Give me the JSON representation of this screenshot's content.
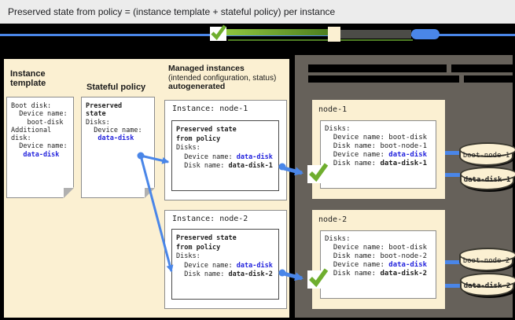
{
  "title": "Preserved state from policy = (instance template + stateful policy) per instance",
  "colors": {
    "accent_blue": "#4a86e8",
    "value_blue": "#2424dd",
    "check_green": "#6fae2e",
    "panel_cream": "#fbf0d2",
    "panel_gray": "#66615a"
  },
  "left_panel": {
    "instance_template": {
      "label": "Instance template",
      "doc": {
        "boot": "Boot disk:",
        "dev1_label": "  Device name:",
        "dev1_value": "    boot-disk",
        "add1": "Additional",
        "add2": "disk:",
        "dev2_label": "  Device name:",
        "dev2_value": "   data-disk"
      }
    },
    "stateful_policy": {
      "label": "Stateful policy",
      "doc": {
        "title1": "Preserved",
        "title2": "state",
        "disks": "Disks:",
        "dev_label": "  Device name:",
        "dev_value": "   data-disk"
      }
    },
    "managed_instances": {
      "header1": "Managed instances",
      "header2": "(intended configuration, status)",
      "header3": "autogenerated",
      "instances": [
        {
          "title": "Instance: node-1",
          "p1": "Preserved state",
          "p2": "from policy",
          "disks": "Disks:",
          "device_label": "  Device name: ",
          "device_value": "data-disk",
          "disk_label": "  Disk name: ",
          "disk_value": "data-disk-1"
        },
        {
          "title": "Instance: node-2",
          "p1": "Preserved state",
          "p2": "from policy",
          "disks": "Disks:",
          "device_label": "  Device name: ",
          "device_value": "data-disk",
          "disk_label": "  Disk name: ",
          "disk_value": "data-disk-2"
        }
      ]
    }
  },
  "vm_panel": {
    "nodes": [
      {
        "name": "node-1",
        "disks": "Disks:",
        "boot_device_line": "  Device name: boot-disk",
        "boot_disk_line": "  Disk name: boot-node-1",
        "data_device_label": "  Device name: ",
        "data_device_value": "data-disk",
        "data_disk_label": "  Disk name: ",
        "data_disk_value": "data-disk-1"
      },
      {
        "name": "node-2",
        "disks": "Disks:",
        "boot_device_line": "  Device name: boot-disk",
        "boot_disk_line": "  Disk name: boot-node-2",
        "data_device_label": "  Device name: ",
        "data_device_value": "data-disk",
        "data_disk_label": "  Disk name: ",
        "data_disk_value": "data-disk-2"
      }
    ],
    "disks": [
      {
        "label": "boot-node-1"
      },
      {
        "label": "data-disk-1"
      },
      {
        "label": "boot-node-2"
      },
      {
        "label": "data-disk-2"
      }
    ]
  }
}
